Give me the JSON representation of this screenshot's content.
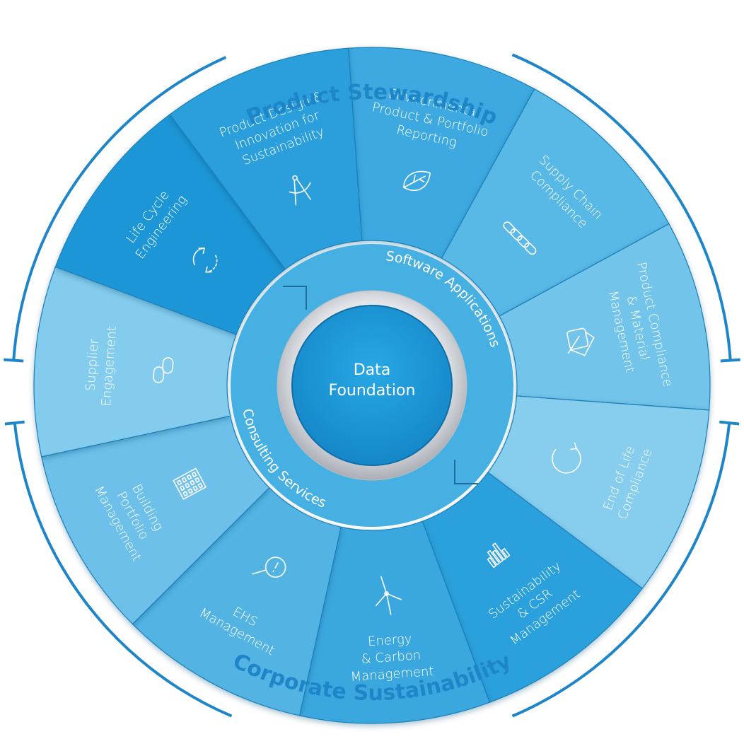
{
  "outer_arcs": {
    "top": "Product Stewardship",
    "bottom": "Corporate Sustainability"
  },
  "center": {
    "line1": "Data",
    "line2": "Foundation"
  },
  "ring": {
    "upper": "Software Applications",
    "lower": "Consulting Services"
  },
  "segments": [
    {
      "id": "env-reporting",
      "lines": [
        "Environmental",
        "Product & Portfolio",
        "Reporting"
      ],
      "icon": "leaf-icon",
      "color": "#3ea9e0"
    },
    {
      "id": "supply-chain",
      "lines": [
        "Supply Chain",
        "Compliance"
      ],
      "icon": "chain-icon",
      "color": "#58b8e6"
    },
    {
      "id": "product-compliance",
      "lines": [
        "Product Compliance",
        "& Material",
        "Management"
      ],
      "icon": "product-box-icon",
      "color": "#72c4ea"
    },
    {
      "id": "end-of-life",
      "lines": [
        "End of Life",
        "Compliance"
      ],
      "icon": "circular-arrow-icon",
      "color": "#86cdee"
    },
    {
      "id": "sustainability-csr",
      "lines": [
        "Sustainability",
        "& CSR",
        "Management"
      ],
      "icon": "bar-chart-icon",
      "color": "#2aa1dc"
    },
    {
      "id": "energy-carbon",
      "lines": [
        "Energy",
        "& Carbon",
        "Management"
      ],
      "icon": "wind-turbine-icon",
      "color": "#3aa7df"
    },
    {
      "id": "ehs",
      "lines": [
        "EHS",
        "Management"
      ],
      "icon": "magnifier-alert-icon",
      "color": "#52b4e4"
    },
    {
      "id": "building-portfolio",
      "lines": [
        "Building",
        "Portfolio",
        "Management"
      ],
      "icon": "building-icon",
      "color": "#6cc0e9"
    },
    {
      "id": "supplier-engagement",
      "lines": [
        "Supplier",
        "Engagement"
      ],
      "icon": "link-icon",
      "color": "#84ccee"
    },
    {
      "id": "life-cycle",
      "lines": [
        "Life Cycle",
        "Engineering"
      ],
      "icon": "cycle-arrows-icon",
      "color": "#1c96d6"
    },
    {
      "id": "product-design",
      "lines": [
        "Product Design &",
        "Innovation for",
        "Sustainability"
      ],
      "icon": "compass-icon",
      "color": "#2b9fdb"
    }
  ],
  "colors": {
    "brand_blue": "#1e86c8",
    "center_blue": "#1a9ad8",
    "ring_blue": "#46b0e2"
  }
}
